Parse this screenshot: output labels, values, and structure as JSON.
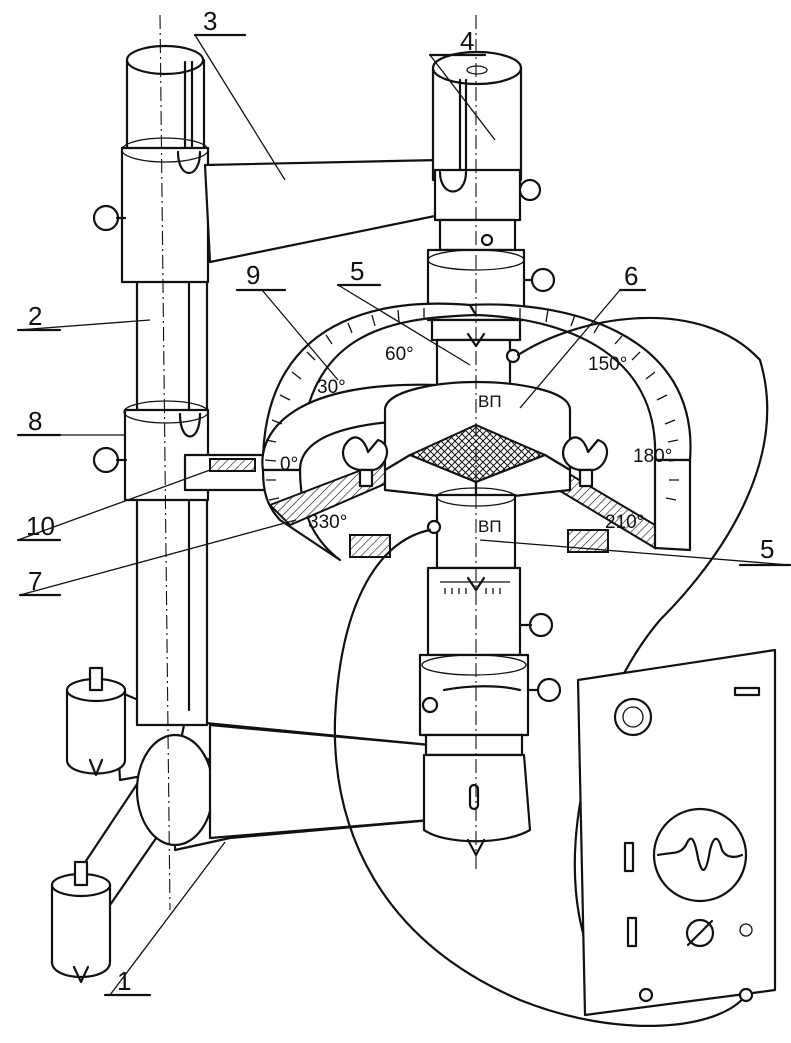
{
  "callouts": [
    "1",
    "2",
    "3",
    "4",
    "5",
    "5",
    "6",
    "7",
    "8",
    "9",
    "10"
  ],
  "scale_marks": [
    "0°",
    "30°",
    "60°",
    "150°",
    "180°",
    "210°",
    "330°"
  ],
  "head_labels": [
    "ВП",
    "ВП"
  ]
}
